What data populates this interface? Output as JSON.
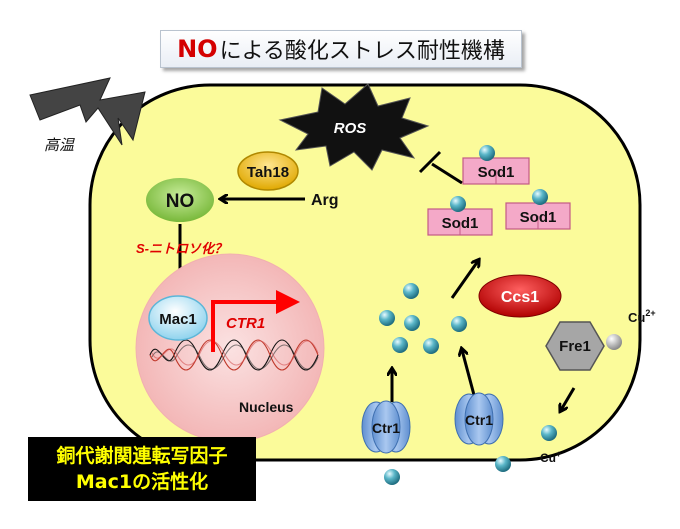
{
  "title": {
    "highlight": "NO",
    "rest": "による酸化ストレス耐性機構"
  },
  "labels": {
    "heat": "高温",
    "ros": "ROS",
    "tah18": "Tah18",
    "no": "NO",
    "arg": "Arg",
    "snitro": "S-ニトロソ化？",
    "mac1": "Mac1",
    "ctr1_gene": "CTR1",
    "nucleus": "Nucleus",
    "sod1": "Sod1",
    "ccs1": "Ccs1",
    "ctr1": "Ctr1",
    "fre1": "Fre1",
    "cu2_base": "Cu",
    "cu2_sup": "2+",
    "cu1_base": "Cu",
    "cu1_sup": "+"
  },
  "caption": {
    "line1": "銅代謝関連転写因子",
    "line2": "Mac1の活性化"
  },
  "colors": {
    "cell": "#fbfb9a",
    "nucleus": "#f7c8c8",
    "no_fill": "#92d050",
    "tah18_fill": "#f2c12e",
    "sod_fill": "#f4a9c8",
    "ccs1_fill": "#d40000",
    "ctr1_fill": "#8eb4e3",
    "mac1_fill": "#bfe9f7",
    "fre1_fill": "#a6a6a6",
    "copper_ball": "#4aa3b5",
    "promoter_arrow": "#ff0000"
  }
}
